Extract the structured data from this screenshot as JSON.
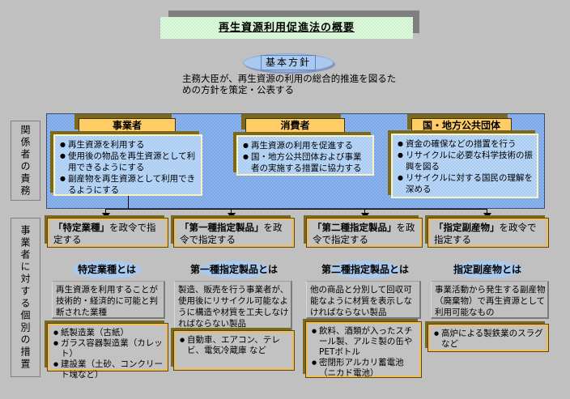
{
  "title": "再生資源利用促進法の概要",
  "basic_policy": {
    "label": "基本方針",
    "description": "主務大臣が、再生資源の利用の総合的推進を図るための方針を策定・公表する"
  },
  "side_labels": {
    "responsibilities": "関係者の責務",
    "measures": "事業者に対する個別の措置"
  },
  "stakeholders": [
    {
      "title": "事業者",
      "items": [
        "再生資源を利用する",
        "使用後の物品を再生資源として利用できるようにする",
        "副産物を再生資源として利用できるようにする"
      ]
    },
    {
      "title": "消費者",
      "items": [
        "再生資源の利用を促進する",
        "国・地方公共団体および事業者の実施する措置に協力する"
      ]
    },
    {
      "title": "国・地方公共団体",
      "items": [
        "資金の確保などの措置を行う",
        "リサイクルに必要な科学技術の振興を図る",
        "リサイクルに対する国民の理解を深める"
      ]
    }
  ],
  "designations": [
    {
      "term": "「特定業種」",
      "rest": "を政令で指定する",
      "heading": "特定業種とは",
      "definition": "再生資源を利用することが技術的・経済的に可能と判断された業種",
      "examples": [
        "紙製造業（古紙）",
        "ガラス容器製造業（カレット）",
        "建設業（土砂、コンクリート塊など）"
      ]
    },
    {
      "term": "「第一種指定製品」",
      "rest": "を政令で指定する",
      "heading": "第一種指定製品とは",
      "definition": "製造、販売を行う事業者が、使用後にリサイクル可能なように構造や材質を工夫しなければならない製品",
      "examples": [
        "自動車、エアコン、テレビ、電気冷蔵庫 など"
      ]
    },
    {
      "term": "「第二種指定製品」",
      "rest": "を政令で指定する",
      "heading": "第二種指定製品とは",
      "definition": "他の商品と分別して回収可能なように材質を表示しなければならない製品",
      "examples": [
        "飲料、酒類が入ったスチール製、アルミ製の缶やPETボトル",
        "密閉形アルカリ蓄電池（ニカド電池）"
      ]
    },
    {
      "term": "「指定副産物」",
      "rest": "を政令で指定する",
      "heading": "指定副産物とは",
      "definition": "事業活動から発生する副産物（廃棄物）で再生資源として利用可能なもの",
      "examples": [
        "高炉による製鉄業のスラグ など"
      ]
    }
  ],
  "colors": {
    "page_background": "#c0c0c0",
    "title_green": "#cdf2cd",
    "title_shadow_gray": "#7f7f7f",
    "panel_blue": "#7aa6e6",
    "content_box_blue": "#a8cbf2",
    "ellipse_blue": "#a9c9ee",
    "header_orange": "#ffcc66",
    "gold_border": "#f2bc57",
    "cream_border": "#fdf3c0",
    "olive_shadow": "#7a681c",
    "line_black": "#000000"
  }
}
